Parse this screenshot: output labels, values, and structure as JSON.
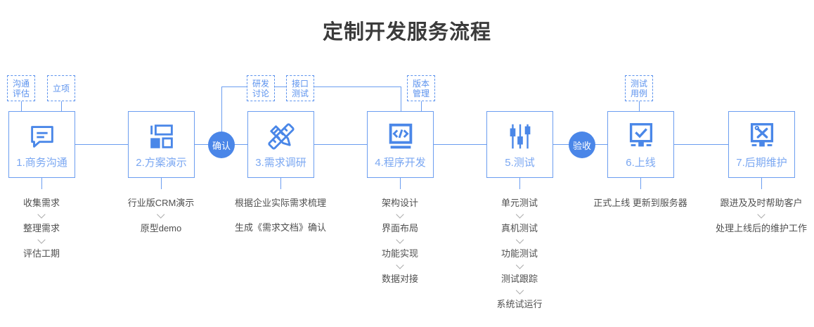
{
  "title": "定制开发服务流程",
  "steps": [
    {
      "label": "1.商务沟通",
      "icon": "chat-bubble-icon"
    },
    {
      "label": "2.方案演示",
      "icon": "layout-icon"
    },
    {
      "label": "3.需求调研",
      "icon": "ruler-pencil-icon"
    },
    {
      "label": "4.程序开发",
      "icon": "code-monitor-icon"
    },
    {
      "label": "5.测试",
      "icon": "sliders-icon"
    },
    {
      "label": "6.上线",
      "icon": "check-monitor-icon"
    },
    {
      "label": "7.后期维护",
      "icon": "tools-monitor-icon"
    }
  ],
  "tags": [
    {
      "label": "沟通评估"
    },
    {
      "label": "立项"
    },
    {
      "label": "研发讨论"
    },
    {
      "label": "接口测试"
    },
    {
      "label": "版本管理"
    },
    {
      "label": "测试用例"
    }
  ],
  "badges": [
    {
      "label": "确认"
    },
    {
      "label": "验收"
    }
  ],
  "lists": [
    {
      "items": [
        "收集需求",
        "整理需求",
        "评估工期"
      ]
    },
    {
      "items": [
        "行业版CRM演示",
        "原型demo"
      ]
    },
    {
      "items": [
        "根据企业实际需求梳理",
        "生成《需求文档》确认"
      ]
    },
    {
      "items": [
        "架构设计",
        "界面布局",
        "功能实现",
        "数据对接"
      ]
    },
    {
      "items": [
        "单元测试",
        "真机测试",
        "功能测试",
        "测试跟踪",
        "系统试运行"
      ]
    },
    {
      "items": [
        "正式上线 更新到服务器"
      ]
    },
    {
      "items": [
        "跟进及及时帮助客户",
        "处理上线后的维护工作"
      ]
    }
  ],
  "colors": {
    "primary_blue": "#4a86e8",
    "box_border_blue": "#6b9df0",
    "label_blue": "#7aa7f2",
    "tag_blue": "#5b92ee",
    "title_gray": "#3b3b3b",
    "list_gray": "#4f4f4f"
  }
}
